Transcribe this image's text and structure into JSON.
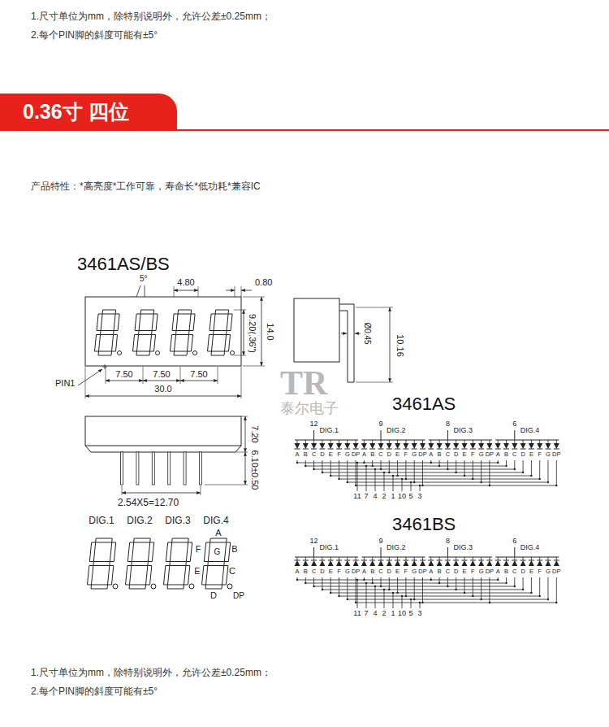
{
  "diagram": {
    "nodes": [
      {
        "text": [
          "0.36寸 四位"
        ]
      }
    ],
    "labels": [
      "1.尺寸单位为mm，除特别说明外，允许公差±0.25mm；",
      "2.每个PIN脚的斜度可能有±5°",
      "产品特性：*高亮度*工作可靠，寿命长*低功耗*兼容IC",
      "3461AS/BS",
      "5°",
      "4.80",
      "0.80",
      "9.20(.36\")",
      "14.0",
      "PIN1",
      "7.50",
      "7.50",
      "7.50",
      "30.0",
      "Ø0.45",
      "10.16",
      "TR",
      "泰尔电子",
      "3461AS",
      "7.20",
      "6.10±0.50",
      "2.54X5=12.70",
      "12",
      "DIG.1",
      "9",
      "DIG.2",
      "8",
      "DIG.3",
      "6",
      "DIG.4",
      "A",
      "B",
      "C",
      "D",
      "E",
      "F",
      "G",
      "DP",
      "A",
      "B",
      "C",
      "D",
      "E",
      "F",
      "G",
      "DP",
      "A",
      "B",
      "C",
      "D",
      "E",
      "F",
      "G",
      "DP",
      "A",
      "B",
      "C",
      "D",
      "E",
      "F",
      "G",
      "DP",
      "11",
      "7",
      "4",
      "2",
      "1",
      "10",
      "5",
      "3",
      "3461BS",
      "12",
      "DIG.1",
      "9",
      "DIG.2",
      "8",
      "DIG.3",
      "6",
      "DIG.4",
      "A",
      "B",
      "C",
      "D",
      "E",
      "F",
      "G",
      "DP",
      "A",
      "B",
      "C",
      "D",
      "E",
      "F",
      "G",
      "DP",
      "A",
      "B",
      "C",
      "D",
      "E",
      "F",
      "G",
      "DP",
      "A",
      "B",
      "C",
      "D",
      "E",
      "F",
      "G",
      "DP",
      "11",
      "7",
      "4",
      "2",
      "1",
      "10",
      "5",
      "3",
      "DIG.1",
      "DIG.2",
      "DIG.3",
      "DIG.4",
      "A",
      "F",
      "G",
      "B",
      "E",
      "C",
      "D",
      "DP",
      "1.尺寸单位为mm，除特别说明外，允许公差±0.25mm；",
      "2.每个PIN脚的斜度可能有±5°"
    ]
  }
}
